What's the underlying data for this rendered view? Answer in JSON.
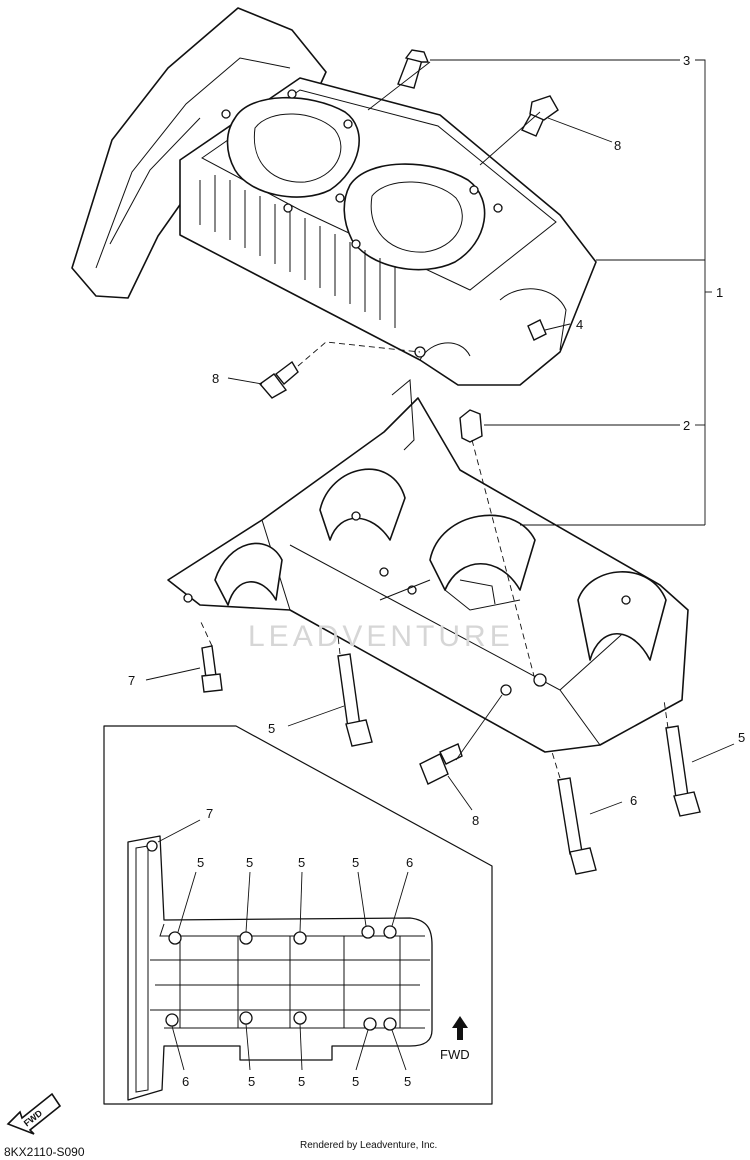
{
  "callouts": {
    "c1": "1",
    "c2": "2",
    "c3": "3",
    "c4": "4",
    "c5": "5",
    "c6": "6",
    "c7": "7",
    "c8": "8"
  },
  "inset": {
    "fwd_label": "FWD"
  },
  "badge": {
    "fwd_label": "FWD"
  },
  "footer": {
    "diagram_code": "8KX2110-S090",
    "credit": "Rendered by Leadventure, Inc."
  },
  "watermark": {
    "text": "LEADVENTURE"
  }
}
